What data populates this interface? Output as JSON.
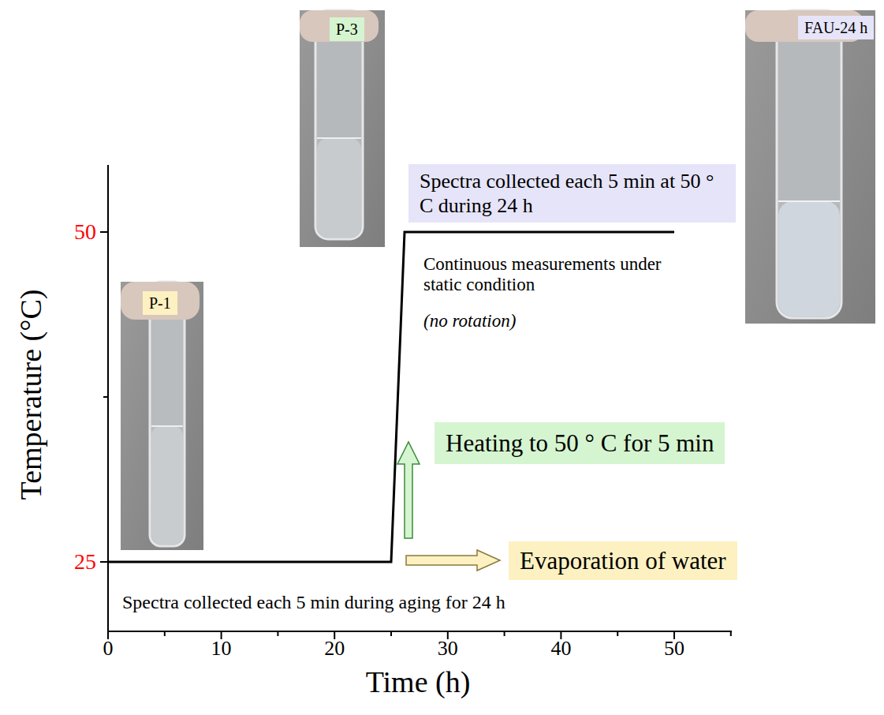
{
  "diagram": {
    "nodes": [
      {
        "text": [
          "P-1"
        ]
      },
      {
        "text": [
          "P-3"
        ]
      },
      {
        "text": [
          "FAU-24 h"
        ]
      },
      {
        "text": [
          "Spectra collected each 5 min at 50 ° C during 24 h"
        ]
      },
      {
        "text": [
          "Heating to 50 ° C for 5 min"
        ]
      },
      {
        "text": [
          "Evaporation of water"
        ]
      }
    ],
    "labels": [
      "50",
      "25",
      "Temperature (°C)",
      "0",
      "10",
      "20",
      "30",
      "40",
      "50",
      "Time (h)",
      "Continuous measurements under static condition",
      "(no rotation)",
      "Spectra collected each 5 min during aging for 24 h"
    ]
  }
}
